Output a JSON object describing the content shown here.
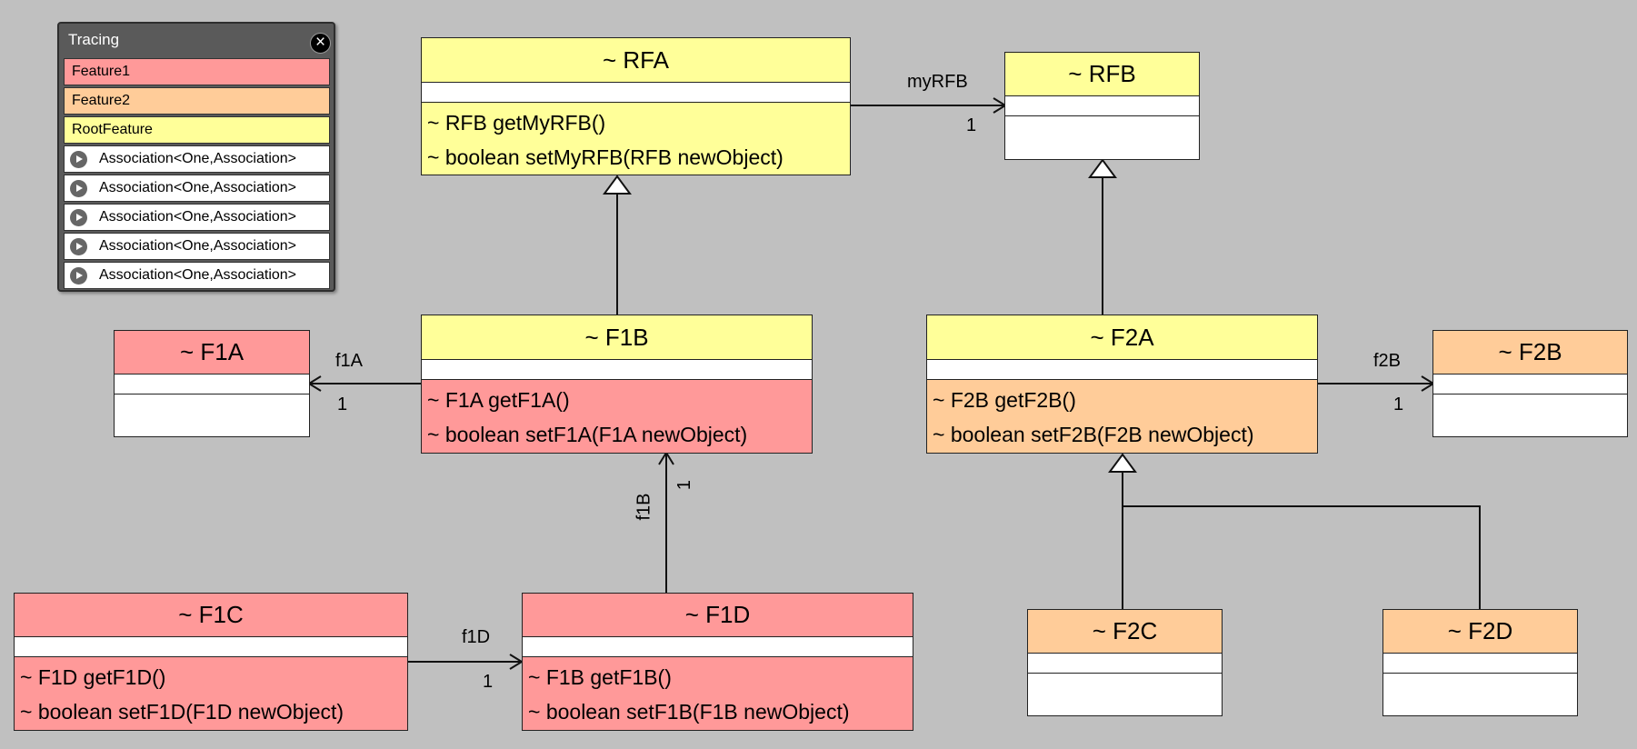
{
  "tracing": {
    "title": "Tracing",
    "close_glyph": "×",
    "features": [
      {
        "label": "Feature1",
        "color": "#ff9999"
      },
      {
        "label": "Feature2",
        "color": "#ffcc99"
      },
      {
        "label": "RootFeature",
        "color": "#ffff99"
      }
    ],
    "associations": [
      "Association<One,Association>",
      "Association<One,Association>",
      "Association<One,Association>",
      "Association<One,Association>",
      "Association<One,Association>"
    ]
  },
  "classes": {
    "RFA": {
      "name": "~  RFA",
      "feature": "RootFeature",
      "ops": [
        "~ RFB getMyRFB()",
        "~ boolean setMyRFB(RFB newObject)"
      ]
    },
    "RFB": {
      "name": "~  RFB",
      "feature": "RootFeature",
      "ops": []
    },
    "F1A": {
      "name": "~  F1A",
      "feature": "Feature1",
      "ops": []
    },
    "F1B": {
      "name": "~  F1B",
      "feature": "RootFeature",
      "ops": [
        "~ F1A getF1A()",
        "~ boolean setF1A(F1A newObject)"
      ]
    },
    "F2A": {
      "name": "~  F2A",
      "feature": "RootFeature",
      "ops": [
        "~ F2B getF2B()",
        "~ boolean setF2B(F2B newObject)"
      ]
    },
    "F2B": {
      "name": "~  F2B",
      "feature": "Feature2",
      "ops": []
    },
    "F1C": {
      "name": "~  F1C",
      "feature": "Feature1",
      "ops": [
        "~ F1D getF1D()",
        "~ boolean setF1D(F1D newObject)"
      ]
    },
    "F1D": {
      "name": "~  F1D",
      "feature": "Feature1",
      "ops": [
        "~ F1B getF1B()",
        "~ boolean setF1B(F1B newObject)"
      ]
    },
    "F2C": {
      "name": "~  F2C",
      "feature": "Feature2",
      "ops": []
    },
    "F2D": {
      "name": "~  F2D",
      "feature": "Feature2",
      "ops": []
    }
  },
  "associations": {
    "myRFB": {
      "role": "myRFB",
      "multiplicity": "1"
    },
    "f1A": {
      "role": "f1A",
      "multiplicity": "1"
    },
    "f2B": {
      "role": "f2B",
      "multiplicity": "1"
    },
    "f1B": {
      "role": "f1B",
      "multiplicity": "1"
    },
    "f1D": {
      "role": "f1D",
      "multiplicity": "1"
    }
  }
}
